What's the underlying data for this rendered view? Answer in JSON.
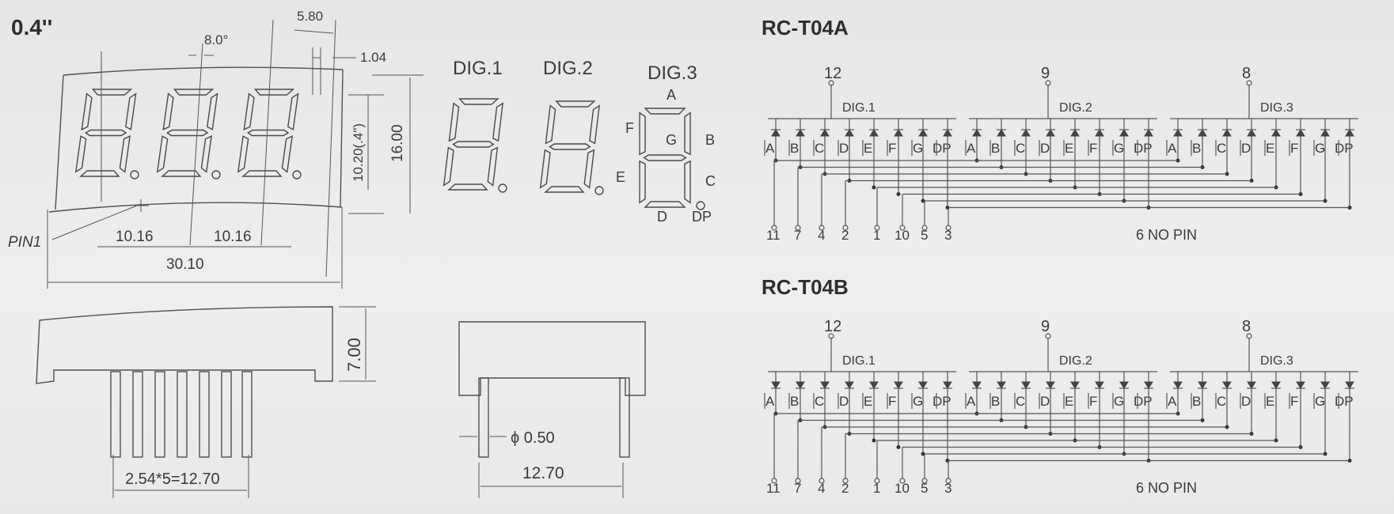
{
  "size_label": "0.4''",
  "dims": {
    "angle": "8.0°",
    "w580": "5.80",
    "w104": "1.04",
    "h1020": "10.20(.4\")",
    "h1600": "16.00",
    "pitch1": "10.16",
    "pitch2": "10.16",
    "total": "30.10",
    "pin1": "PIN1",
    "h700": "7.00",
    "pinpitch": "2.54*5=12.70",
    "pindia": "ϕ 0.50",
    "sidewidth": "12.70"
  },
  "digit_labels": [
    "DIG.1",
    "DIG.2",
    "DIG.3"
  ],
  "segment_labels": {
    "a": "A",
    "b": "B",
    "c": "C",
    "d": "D",
    "e": "E",
    "f": "F",
    "g": "G",
    "dp": "DP"
  },
  "schematics": [
    {
      "title": "RC-T04A",
      "common_pins": [
        "12",
        "9",
        "8"
      ],
      "digit_tags": [
        "DIG.1",
        "DIG.2",
        "DIG.3"
      ],
      "segments": [
        "A",
        "B",
        "C",
        "D",
        "E",
        "F",
        "G",
        "DP"
      ],
      "pins": [
        "11",
        "7",
        "4",
        "2",
        "1",
        "10",
        "5",
        "3"
      ],
      "note": "6  NO  PIN"
    },
    {
      "title": "RC-T04B",
      "common_pins": [
        "12",
        "9",
        "8"
      ],
      "digit_tags": [
        "DIG.1",
        "DIG.2",
        "DIG.3"
      ],
      "segments": [
        "A",
        "B",
        "C",
        "D",
        "E",
        "F",
        "G",
        "DP"
      ],
      "pins": [
        "11",
        "7",
        "4",
        "2",
        "1",
        "10",
        "5",
        "3"
      ],
      "note": "6  NO  PIN"
    }
  ]
}
